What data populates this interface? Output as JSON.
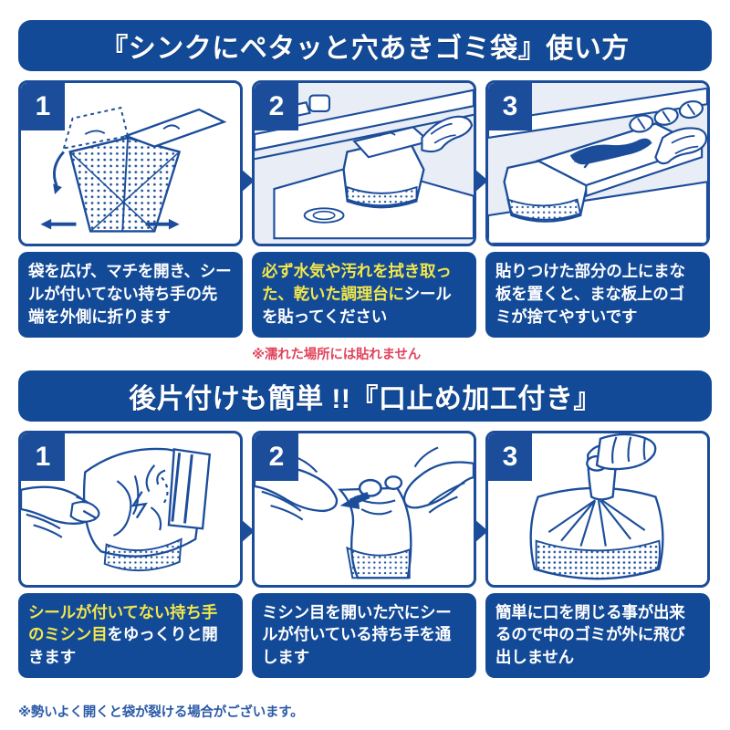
{
  "sections": [
    {
      "id": "usage",
      "banner": "『シンクにペタッと穴あきゴミ袋』使い方",
      "steps": [
        {
          "number": "1",
          "illustration": "bag-opened-with-arrows",
          "caption_plain": "袋を広げ、マチを開き、シールが付いてない持ち手の先端を外側に折ります",
          "caption_highlight": "",
          "caption_rest": "袋を広げ、マチを開き、シールが付いてない持ち手の先端を外側に折ります"
        },
        {
          "number": "2",
          "illustration": "bag-attached-to-sink-counter",
          "caption_plain": "必ず水気や汚れを拭き取った、乾いた調理台にシールを貼ってください",
          "caption_highlight": "必ず水気や汚れを拭き取った、乾いた調理台に",
          "caption_rest": "シールを貼ってください",
          "note_red": "※濡れた場所には貼れません"
        },
        {
          "number": "3",
          "illustration": "cutting-board-over-bag",
          "caption_plain": "貼りつけた部分の上にまな板を置くと、まな板上のゴミが捨てやすいです",
          "caption_highlight": "",
          "caption_rest": "貼りつけた部分の上にまな板を置くと、まな板上のゴミが捨てやすいです"
        }
      ]
    },
    {
      "id": "cleanup",
      "banner": "後片付けも簡単 !!『口止め加工付き』",
      "steps": [
        {
          "number": "1",
          "illustration": "hands-tearing-perforation",
          "caption_plain": "シールが付いてない持ち手のミシン目をゆっくりと開きます",
          "caption_highlight": "シールが付いてない持ち手のミシン目",
          "caption_rest": "をゆっくりと開きます"
        },
        {
          "number": "2",
          "illustration": "threading-handle-through-hole",
          "caption_plain": "ミシン目を開いた穴にシールが付いている持ち手を通します",
          "caption_highlight": "",
          "caption_rest": "ミシン目を開いた穴にシールが付いている持ち手を通します"
        },
        {
          "number": "3",
          "illustration": "closed-tied-bag",
          "caption_plain": "簡単に口を閉じる事が出来るので中のゴミが外に飛び出しません",
          "caption_highlight": "",
          "caption_rest": "簡単に口を閉じる事が出来るので中のゴミが外に飛び出しません"
        }
      ],
      "footnote": "※勢いよく開くと袋が裂ける場合がございます。"
    }
  ],
  "colors": {
    "brand_blue": "#1b4d9b",
    "banner_blue": "#134a97",
    "highlight_yellow": "#f2e74b",
    "note_red": "#e2445c",
    "note_blue": "#2a5aa8",
    "panel_fill": "#e9edf5",
    "white": "#ffffff"
  }
}
